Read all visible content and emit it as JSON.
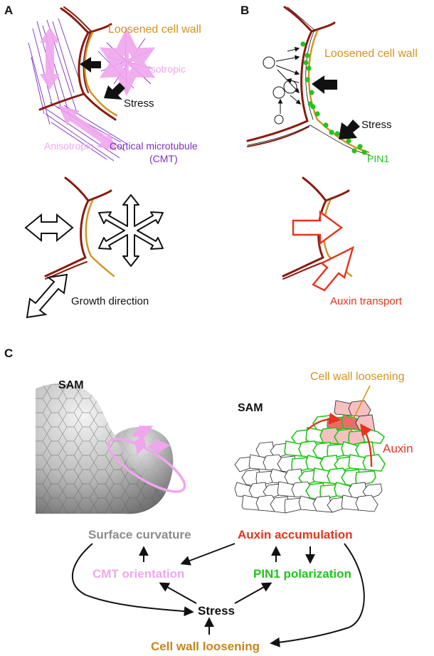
{
  "panels": {
    "a": "A",
    "b": "B",
    "c": "C"
  },
  "panel_a": {
    "loosened_wall": "Loosened cell wall",
    "isotropic": "Isotropic",
    "stress": "Stress",
    "anisotropic": "Anisotropic",
    "cmt_line1": "Cortical microtubule",
    "cmt_line2": "(CMT)",
    "growth_direction": "Growth direction"
  },
  "panel_b": {
    "loosened_wall": "Loosened cell wall",
    "stress": "Stress",
    "pin1": "PIN1",
    "auxin_transport": "Auxin transport"
  },
  "panel_c": {
    "sam_left": "SAM",
    "sam_right": "SAM",
    "cell_wall_loosening_top": "Cell wall loosening",
    "auxin": "Auxin"
  },
  "flow": {
    "surface_curvature": "Surface curvature",
    "auxin_accumulation": "Auxin accumulation",
    "cmt_orientation": "CMT orientation",
    "pin1_polarization": "PIN1 polarization",
    "stress": "Stress",
    "cell_wall_loosening": "Cell wall loosening"
  },
  "colors": {
    "wall_dark": "#8b1a10",
    "wall_loose": "#d4921e",
    "microtubule": "#7b2fbe",
    "pink": "#f0a6ee",
    "green": "#22c41e",
    "red": "#e8321e",
    "gray_text": "#8c8c8c",
    "orange_text": "#c98418"
  }
}
